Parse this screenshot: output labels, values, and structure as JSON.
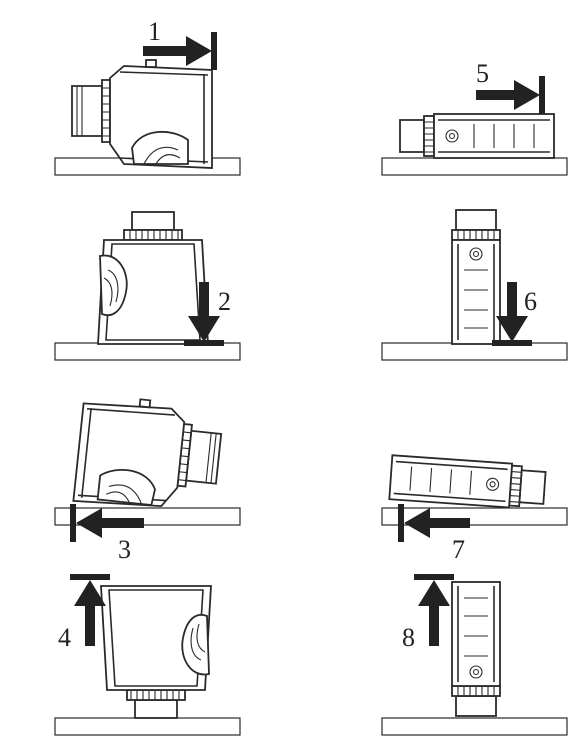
{
  "steps": [
    {
      "label": "1",
      "direction": "right",
      "pose": "side-left-eyepiece"
    },
    {
      "label": "2",
      "direction": "down",
      "pose": "upright-front"
    },
    {
      "label": "3",
      "direction": "left",
      "pose": "side-right-eyepiece-tilted"
    },
    {
      "label": "4",
      "direction": "up",
      "pose": "upside-down-front"
    },
    {
      "label": "5",
      "direction": "right",
      "pose": "lying-top-view"
    },
    {
      "label": "6",
      "direction": "down",
      "pose": "upright-narrow"
    },
    {
      "label": "7",
      "direction": "left",
      "pose": "lying-top-view-tilted"
    },
    {
      "label": "8",
      "direction": "up",
      "pose": "upside-down-narrow"
    }
  ],
  "colors": {
    "ink": "#222222",
    "background": "#ffffff"
  }
}
